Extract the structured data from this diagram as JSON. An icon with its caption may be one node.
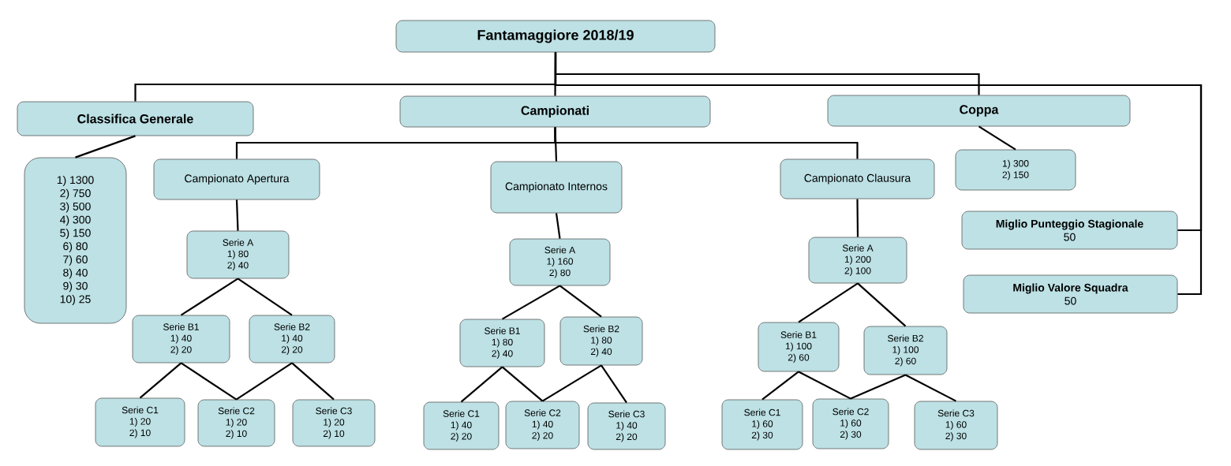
{
  "diagram": {
    "nodes": [
      {
        "text": [
          "Fantamaggiore 2018/19"
        ]
      },
      {
        "text": [
          "Classifica Generale"
        ]
      },
      {
        "text": [
          "Campionati"
        ]
      },
      {
        "text": [
          "Coppa"
        ]
      },
      {
        "text": [
          "1) 1300",
          "2)  750",
          "3)  500",
          "4)  300",
          "5)   150",
          "6)    80",
          "7)    60",
          "8)    40",
          "9)    30",
          "10)   25"
        ]
      },
      {
        "text": [
          "Campionato Apertura"
        ]
      },
      {
        "text": [
          "Campionato Internos"
        ]
      },
      {
        "text": [
          "Campionato Clausura"
        ]
      },
      {
        "text": [
          "1) 300",
          "2) 150"
        ]
      },
      {
        "text": [
          "Miglio Punteggio Stagionale",
          "50"
        ]
      },
      {
        "text": [
          "Miglio Valore Squadra",
          "50"
        ]
      },
      {
        "text": [
          "Serie A",
          "1) 80",
          "2) 40"
        ]
      },
      {
        "text": [
          "Serie B1",
          "1) 40",
          "2) 20"
        ]
      },
      {
        "text": [
          "Serie B2",
          "1) 40",
          "2) 20"
        ]
      },
      {
        "text": [
          "Serie C1",
          "1) 20",
          "2) 10"
        ]
      },
      {
        "text": [
          "Serie C2",
          "1) 20",
          "2) 10"
        ]
      },
      {
        "text": [
          "Serie C3",
          "1) 20",
          "2) 10"
        ]
      },
      {
        "text": [
          "Serie A",
          "1) 160",
          "2) 80"
        ]
      },
      {
        "text": [
          "Serie B1",
          "1) 80",
          "2) 40"
        ]
      },
      {
        "text": [
          "Serie B2",
          "1) 80",
          "2) 40"
        ]
      },
      {
        "text": [
          "Serie C1",
          "1) 40",
          "2) 20"
        ]
      },
      {
        "text": [
          "Serie C2",
          "1) 40",
          "2) 20"
        ]
      },
      {
        "text": [
          "Serie C3",
          "1) 40",
          "2) 20"
        ]
      },
      {
        "text": [
          "Serie A",
          "1) 200",
          "2) 100"
        ]
      },
      {
        "text": [
          "Serie B1",
          "1) 100",
          "2) 60"
        ]
      },
      {
        "text": [
          "Serie B2",
          "1) 100",
          "2) 60"
        ]
      },
      {
        "text": [
          "Serie C1",
          "1) 60",
          "2) 30"
        ]
      },
      {
        "text": [
          "Serie C2",
          "1) 60",
          "2) 30"
        ]
      },
      {
        "text": [
          "Serie C3",
          "1) 60",
          "2) 30"
        ]
      }
    ],
    "edges": [
      {
        "from": 0,
        "to": 1,
        "arrow": "none"
      },
      {
        "from": 0,
        "to": 2,
        "arrow": "none"
      },
      {
        "from": 0,
        "to": 3,
        "arrow": "none"
      },
      {
        "from": 0,
        "to": 9,
        "arrow": "none"
      },
      {
        "from": 0,
        "to": 10,
        "arrow": "none"
      },
      {
        "from": 1,
        "to": 4,
        "arrow": "none"
      },
      {
        "from": 2,
        "to": 5,
        "arrow": "none"
      },
      {
        "from": 2,
        "to": 6,
        "arrow": "none"
      },
      {
        "from": 2,
        "to": 7,
        "arrow": "none"
      },
      {
        "from": 3,
        "to": 8,
        "arrow": "none"
      },
      {
        "from": 5,
        "to": 11,
        "arrow": "none"
      },
      {
        "from": 11,
        "to": 12,
        "arrow": "none"
      },
      {
        "from": 11,
        "to": 13,
        "arrow": "none"
      },
      {
        "from": 12,
        "to": 14,
        "arrow": "none"
      },
      {
        "from": 12,
        "to": 15,
        "arrow": "none"
      },
      {
        "from": 13,
        "to": 15,
        "arrow": "none"
      },
      {
        "from": 13,
        "to": 16,
        "arrow": "none"
      },
      {
        "from": 6,
        "to": 17,
        "arrow": "none"
      },
      {
        "from": 17,
        "to": 18,
        "arrow": "none"
      },
      {
        "from": 17,
        "to": 19,
        "arrow": "none"
      },
      {
        "from": 18,
        "to": 20,
        "arrow": "none"
      },
      {
        "from": 18,
        "to": 21,
        "arrow": "none"
      },
      {
        "from": 19,
        "to": 21,
        "arrow": "none"
      },
      {
        "from": 19,
        "to": 22,
        "arrow": "none"
      },
      {
        "from": 7,
        "to": 23,
        "arrow": "none"
      },
      {
        "from": 23,
        "to": 24,
        "arrow": "none"
      },
      {
        "from": 23,
        "to": 25,
        "arrow": "none"
      },
      {
        "from": 24,
        "to": 26,
        "arrow": "none"
      },
      {
        "from": 24,
        "to": 27,
        "arrow": "none"
      },
      {
        "from": 25,
        "to": 27,
        "arrow": "none"
      },
      {
        "from": 25,
        "to": 28,
        "arrow": "none"
      }
    ]
  }
}
